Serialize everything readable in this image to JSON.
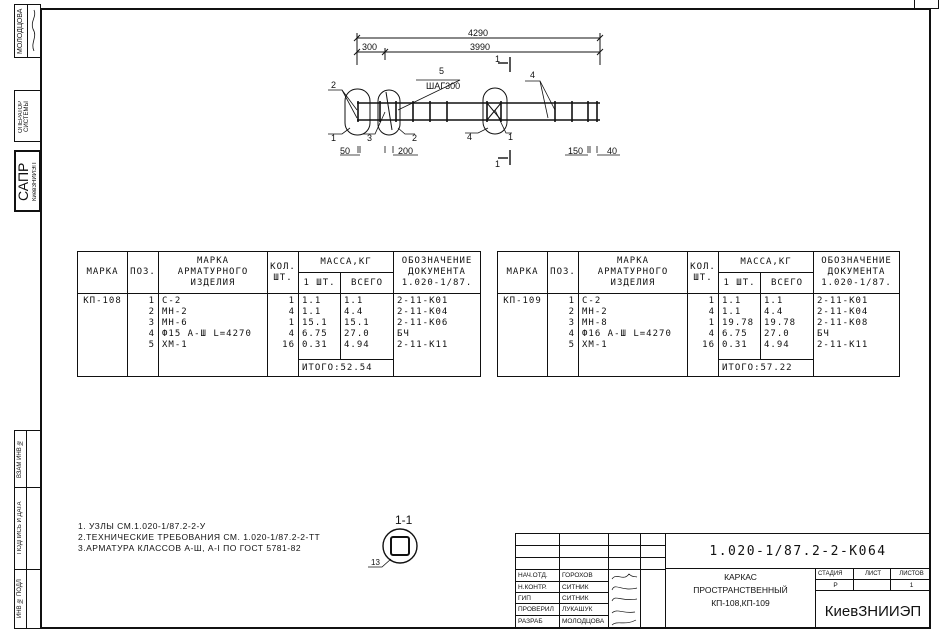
{
  "sidebar": {
    "operator_name": "МОЛОДЦОВА",
    "operator_label": "ОПЕРАТОР СИСТЕМЫ",
    "sapr": "САПР",
    "sapr_org": "КиевЗНИИЭП",
    "stamp_inv_podl": "ИНВ № ПОДЛ",
    "stamp_sign_date": "ПОДПИСЬ И ДАТА",
    "stamp_vzam_inv": "ВЗАМ ИНВ №"
  },
  "drawing": {
    "dim_total": "4290",
    "dim_left": "300",
    "dim_main": "3990",
    "dim_50": "50",
    "dim_200": "200",
    "dim_150": "150",
    "dim_40": "40",
    "pos_5": "5",
    "step": "ШАГ300",
    "callouts": [
      "2",
      "1",
      "3",
      "2",
      "4",
      "1",
      "4"
    ],
    "section_mark": "1",
    "section_title": "1-1",
    "section_callout": "13"
  },
  "table_headers": {
    "marka": "МАРКА",
    "poz": "ПОЗ.",
    "marka_izd": "МАРКА АРМАТУРНОГО ИЗДЕЛИЯ",
    "kol": "КОЛ. ШТ.",
    "massa": "МАССА,КГ",
    "one": "1 ШТ.",
    "all": "ВСЕГО",
    "doc": "ОБОЗНАЧЕНИЕ ДОКУМЕНТА 1.020-1/87."
  },
  "tables": [
    {
      "marka": "КП-108",
      "rows": [
        {
          "poz": "1",
          "item": "С-2",
          "qty": "1",
          "one": "1.1",
          "all": "1.1",
          "doc": "2-11-К01"
        },
        {
          "poz": "2",
          "item": "МН-2",
          "qty": "4",
          "one": "1.1",
          "all": "4.4",
          "doc": "2-11-К04"
        },
        {
          "poz": "3",
          "item": "МН-6",
          "qty": "1",
          "one": "15.1",
          "all": "15.1",
          "doc": "2-11-К06"
        },
        {
          "poz": "4",
          "item": "Ф15 А-Ш L=4270",
          "qty": "4",
          "one": "6.75",
          "all": "27.0",
          "doc": "БЧ"
        },
        {
          "poz": "5",
          "item": "ХМ-1",
          "qty": "16",
          "one": "0.31",
          "all": "4.94",
          "doc": "2-11-К11"
        }
      ],
      "total": "ИТОГО:52.54"
    },
    {
      "marka": "КП-109",
      "rows": [
        {
          "poz": "1",
          "item": "С-2",
          "qty": "1",
          "one": "1.1",
          "all": "1.1",
          "doc": "2-11-К01"
        },
        {
          "poz": "2",
          "item": "МН-2",
          "qty": "4",
          "one": "1.1",
          "all": "4.4",
          "doc": "2-11-К04"
        },
        {
          "poz": "3",
          "item": "МН-8",
          "qty": "1",
          "one": "19.78",
          "all": "19.78",
          "doc": "2-11-К08"
        },
        {
          "poz": "4",
          "item": "Ф16 А-Ш L=4270",
          "qty": "4",
          "one": "6.75",
          "all": "27.0",
          "doc": "БЧ"
        },
        {
          "poz": "5",
          "item": "ХМ-1",
          "qty": "16",
          "one": "0.31",
          "all": "4.94",
          "doc": "2-11-К11"
        }
      ],
      "total": "ИТОГО:57.22"
    }
  ],
  "notes": [
    "1. УЗЛЫ СМ.1.020-1/87.2-2-У",
    "2.ТЕХНИЧЕСКИЕ ТРЕБОВАНИЯ СМ. 1.020-1/87.2-2-ТТ",
    "3.АРМАТУРА КЛАССОВ А-Ш, А-I ПО ГОСТ 5781-82"
  ],
  "title_block": {
    "code": "1.020-1/87.2-2-К064",
    "roles": [
      "НАЧ.ОТД.",
      "Н.КОНТР.",
      "ГИП",
      "ПРОВЕРИЛ",
      "РАЗРАБ"
    ],
    "names": [
      "ГОРОХОВ",
      "СИТНИК",
      "СИТНИК",
      "ЛУКАШУК",
      "МОЛОДЦОВА"
    ],
    "title_1": "КАРКАС",
    "title_2": "ПРОСТРАНСТВЕННЫЙ",
    "title_3": "КП-108,КП-109",
    "stage_label": "СТАДИЯ",
    "sheet_label": "ЛИСТ",
    "sheets_label": "ЛИСТОВ",
    "stage": "Р",
    "sheet": "",
    "sheets": "1",
    "org": "КиевЗНИИЭП"
  }
}
